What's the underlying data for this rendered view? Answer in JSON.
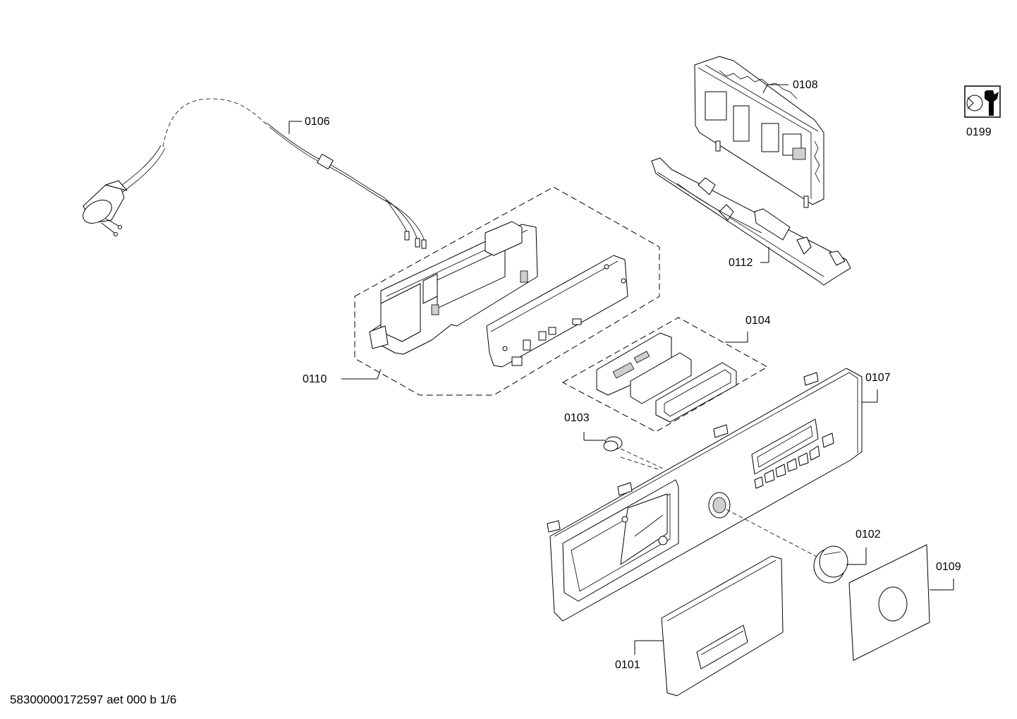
{
  "diagram": {
    "type": "exploded-parts-diagram",
    "footer": "58300000172597 aet 000 b 1/6",
    "parts": [
      {
        "id": "p0106",
        "label": "0106"
      },
      {
        "id": "p0108",
        "label": "0108"
      },
      {
        "id": "p0199",
        "label": "0199"
      },
      {
        "id": "p0112",
        "label": "0112"
      },
      {
        "id": "p0104",
        "label": "0104"
      },
      {
        "id": "p0110",
        "label": "0110"
      },
      {
        "id": "p0107",
        "label": "0107"
      },
      {
        "id": "p0103",
        "label": "0103"
      },
      {
        "id": "p0102",
        "label": "0102"
      },
      {
        "id": "p0109",
        "label": "0109"
      },
      {
        "id": "p0101",
        "label": "0101"
      }
    ]
  }
}
